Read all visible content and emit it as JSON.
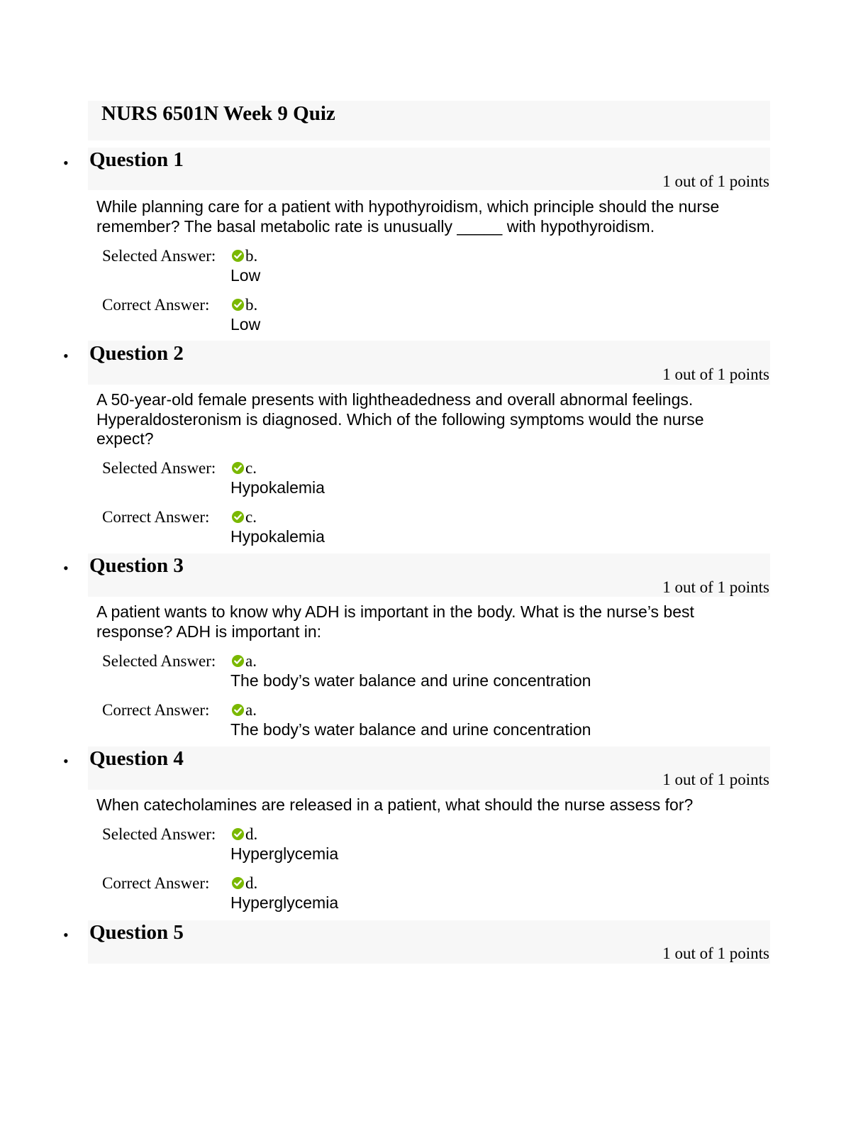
{
  "quiz": {
    "title": "NURS 6501N Week 9 Quiz"
  },
  "labels": {
    "selected": "Selected Answer:",
    "correct": "Correct Answer:"
  },
  "check_icon": {
    "name": "check-circle-icon",
    "color": "#7ab800"
  },
  "questions": [
    {
      "title": "Question 1",
      "points": "1 out of 1 points",
      "text": "While planning care for a patient with hypothyroidism, which principle should the nurse remember? The basal metabolic rate is unusually _____ with hypothyroidism.",
      "selected_letter": "b.",
      "selected_text": "Low",
      "correct_letter": "b.",
      "correct_text": "Low"
    },
    {
      "title": "Question 2",
      "points": "1 out of 1 points",
      "text": "A 50-year-old female presents with lightheadedness and overall abnormal feelings. Hyperaldosteronism is diagnosed. Which of the following symptoms would the nurse expect?",
      "selected_letter": "c.",
      "selected_text": "Hypokalemia",
      "correct_letter": "c.",
      "correct_text": "Hypokalemia"
    },
    {
      "title": "Question 3",
      "points": "1 out of 1 points",
      "text": "A patient wants to know why ADH is important in the body. What is the nurse’s best response? ADH is important in:",
      "selected_letter": "a.",
      "selected_text": "The body’s water balance and urine concentration",
      "correct_letter": "a.",
      "correct_text": "The body’s water balance and urine concentration"
    },
    {
      "title": "Question 4",
      "points": "1 out of 1 points",
      "text": "When catecholamines are released in a patient, what should the nurse assess for?",
      "selected_letter": "d.",
      "selected_text": "Hyperglycemia",
      "correct_letter": "d.",
      "correct_text": "Hyperglycemia"
    },
    {
      "title": "Question 5",
      "points": "1 out of 1 points"
    }
  ]
}
